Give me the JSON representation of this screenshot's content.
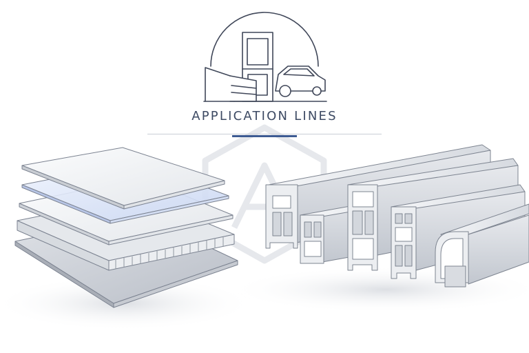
{
  "heading": {
    "text": "APPLICATION LINES"
  },
  "colors": {
    "heading_text": "#3d4a63",
    "line_art": "#3f4658",
    "rule": "#c9ced6",
    "accent": "#3c5a92",
    "panel_edge": "#7b8290",
    "panel_fill": "#eef0f3",
    "panel_blue": "#d4def5",
    "profile_fill": "#e2e5ea",
    "profile_dark": "#9aa1ac",
    "watermark": "#e9ebee"
  },
  "icons": {
    "emblem": "door-garage-car-icon",
    "watermark": "hexagon-a-logo-icon",
    "panels": "layered-panels-illustration",
    "profiles": "aluminum-profiles-illustration"
  }
}
